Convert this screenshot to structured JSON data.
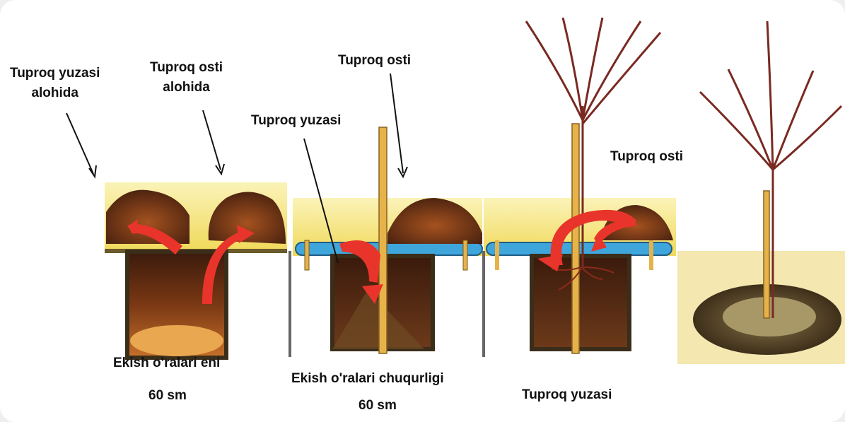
{
  "labels": {
    "topsoil_separate_l1": "Tuproq yuzasi",
    "topsoil_separate_l2": "alohida",
    "subsoil_separate_l1": "Tuproq osti",
    "subsoil_separate_l2": "alohida",
    "topsoil_2": "Tuproq yuzasi",
    "subsoil_2": "Tuproq osti",
    "subsoil_3": "Tuproq osti",
    "pit_width": "Ekish o'ralari eni",
    "pit_width_value": "60 sm",
    "pit_depth": "Ekish o'ralari chuqurligi",
    "pit_depth_value": "60 sm",
    "topsoil_3": "Tuproq yuzasi"
  },
  "colors": {
    "sky_yellow": "#f6e98a",
    "soil_dark": "#5a2e16",
    "soil_mid": "#9c4a1c",
    "soil_light": "#d9863a",
    "arrow_red": "#e8342a",
    "water_blue": "#3fa6dc",
    "stake": "#e6b24a",
    "branch": "#7a2a22"
  }
}
